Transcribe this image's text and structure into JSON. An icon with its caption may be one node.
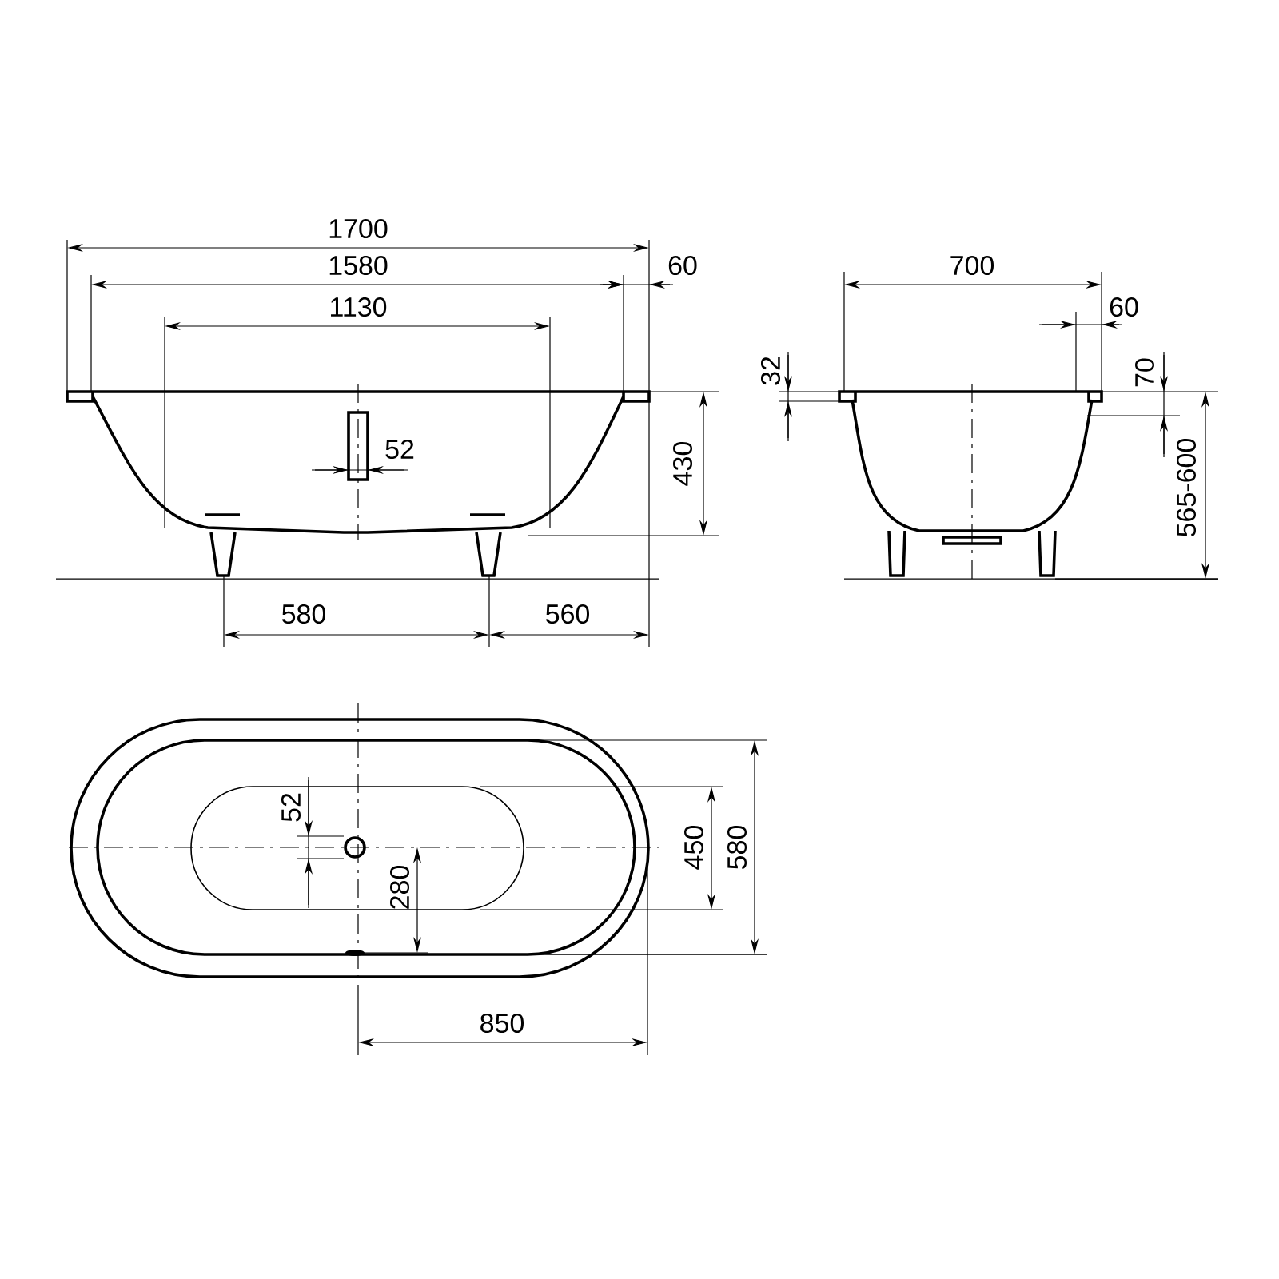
{
  "diagram": {
    "labels": [
      "1700",
      "1580",
      "60",
      "1130",
      "52",
      "430",
      "580",
      "560",
      "700",
      "60",
      "32",
      "70",
      "565-600",
      "52",
      "450",
      "580",
      "280",
      "850"
    ]
  }
}
